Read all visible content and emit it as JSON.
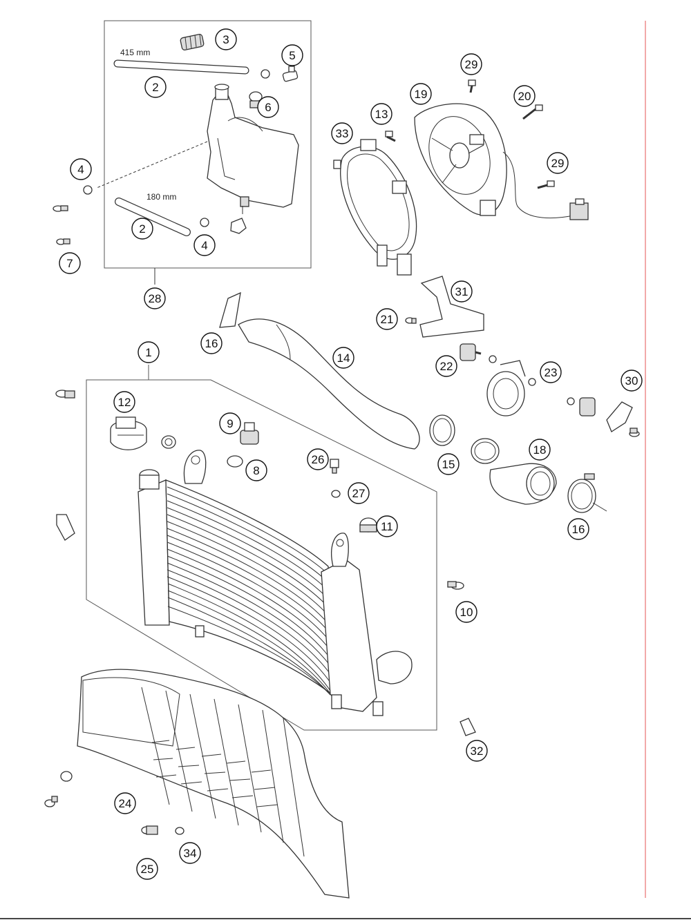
{
  "diagram": {
    "dimensions": {
      "hose_upper": "415 mm",
      "hose_lower": "180 mm"
    },
    "callouts": [
      {
        "id": "c3",
        "label": "3"
      },
      {
        "id": "c5",
        "label": "5"
      },
      {
        "id": "c2a",
        "label": "2"
      },
      {
        "id": "c6",
        "label": "6"
      },
      {
        "id": "c4a",
        "label": "4"
      },
      {
        "id": "c2b",
        "label": "2"
      },
      {
        "id": "c4b",
        "label": "4"
      },
      {
        "id": "c7",
        "label": "7"
      },
      {
        "id": "c28",
        "label": "28"
      },
      {
        "id": "c29a",
        "label": "29"
      },
      {
        "id": "c19",
        "label": "19"
      },
      {
        "id": "c20",
        "label": "20"
      },
      {
        "id": "c13",
        "label": "13"
      },
      {
        "id": "c33",
        "label": "33"
      },
      {
        "id": "c29b",
        "label": "29"
      },
      {
        "id": "c31",
        "label": "31"
      },
      {
        "id": "c21",
        "label": "21"
      },
      {
        "id": "c16a",
        "label": "16"
      },
      {
        "id": "c14",
        "label": "14"
      },
      {
        "id": "c22",
        "label": "22"
      },
      {
        "id": "c23",
        "label": "23"
      },
      {
        "id": "c30",
        "label": "30"
      },
      {
        "id": "c1",
        "label": "1"
      },
      {
        "id": "c12",
        "label": "12"
      },
      {
        "id": "c9",
        "label": "9"
      },
      {
        "id": "c8",
        "label": "8"
      },
      {
        "id": "c26",
        "label": "26"
      },
      {
        "id": "c27",
        "label": "27"
      },
      {
        "id": "c15",
        "label": "15"
      },
      {
        "id": "c18",
        "label": "18"
      },
      {
        "id": "c11",
        "label": "11"
      },
      {
        "id": "c16b",
        "label": "16"
      },
      {
        "id": "c10",
        "label": "10"
      },
      {
        "id": "c32",
        "label": "32"
      },
      {
        "id": "c24",
        "label": "24"
      },
      {
        "id": "c34",
        "label": "34"
      },
      {
        "id": "c25",
        "label": "25"
      }
    ]
  }
}
